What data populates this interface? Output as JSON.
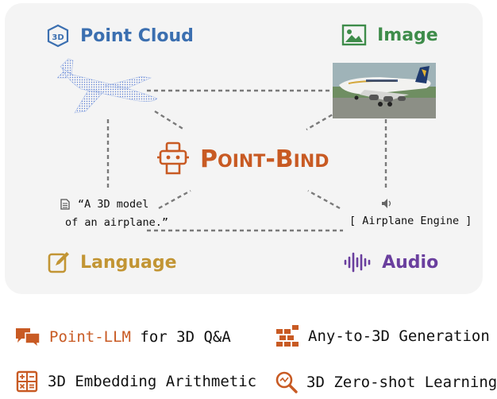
{
  "colors": {
    "point_cloud": "#3b6fb0",
    "image": "#3e8c4a",
    "language": "#c29534",
    "audio": "#6a3f9e",
    "center": "#c85a23",
    "panel_bg": "#f4f4f4"
  },
  "modalities": {
    "point_cloud": {
      "label": "Point Cloud",
      "icon": "3d-cube-icon",
      "icon_text": "3D"
    },
    "image": {
      "label": "Image",
      "icon": "image-icon"
    },
    "language": {
      "label": "Language",
      "icon": "edit-icon"
    },
    "audio": {
      "label": "Audio",
      "icon": "waveform-icon"
    }
  },
  "center": {
    "title_first": "P",
    "title_small1": "OINT",
    "title_dash": "-",
    "title_second": "B",
    "title_small2": "IND",
    "icon": "robot-icon"
  },
  "language_caption": {
    "line1": "“A 3D model",
    "line2": "of an airplane.”",
    "icon": "document-icon"
  },
  "audio_caption": {
    "text": "[ Airplane Engine ]",
    "icon": "speaker-icon"
  },
  "features": [
    {
      "highlight": "Point-LLM",
      "text": " for 3D Q&A",
      "icon": "chat-icon"
    },
    {
      "highlight": "",
      "text": "Any-to-3D Generation",
      "icon": "bricks-icon"
    },
    {
      "highlight": "",
      "text": "3D Embedding Arithmetic",
      "icon": "calculator-icon"
    },
    {
      "highlight": "",
      "text": "3D Zero-shot Learning",
      "icon": "magnifier-icon"
    }
  ]
}
